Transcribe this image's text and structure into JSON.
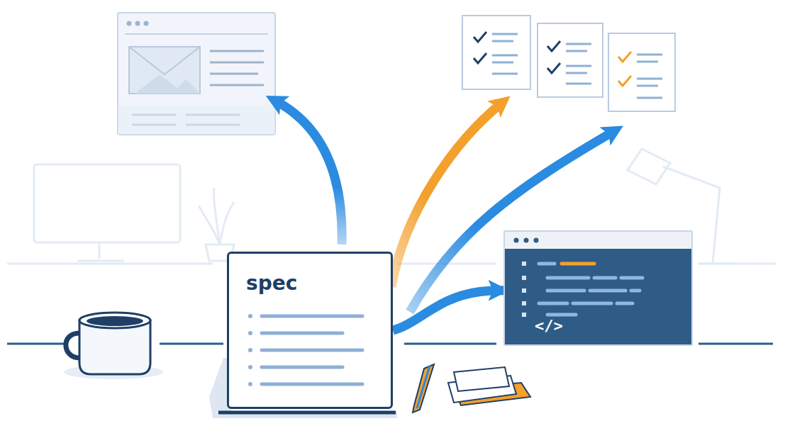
{
  "diagram": {
    "nodes": [
      {
        "text": [
          "spec"
        ]
      },
      {
        "text": [
          "</>"
        ]
      }
    ],
    "edges": [
      {
        "from": 0,
        "to": 1,
        "arrow": "to"
      }
    ]
  }
}
